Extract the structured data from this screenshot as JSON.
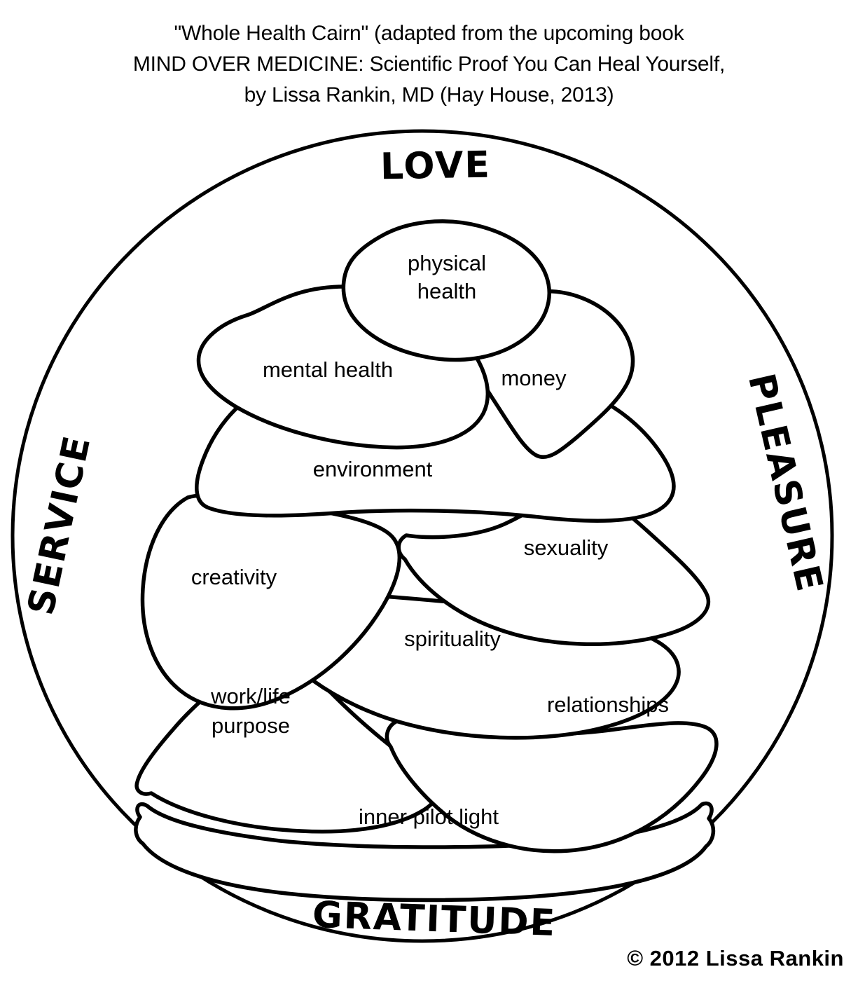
{
  "title": {
    "line1": "\"Whole Health Cairn\" (adapted from the upcoming book",
    "line2": "MIND OVER MEDICINE: Scientific Proof You Can Heal Yourself,",
    "line3": "by Lissa Rankin, MD (Hay House, 2013)"
  },
  "copyright": "© 2012 Lissa Rankin",
  "chart_data": {
    "type": "diagram",
    "title": "Whole Health Cairn",
    "ring_labels": [
      {
        "id": "love",
        "text": "LOVE",
        "position": "top"
      },
      {
        "id": "pleasure",
        "text": "PLEASURE",
        "position": "right"
      },
      {
        "id": "gratitude",
        "text": "GRATITUDE",
        "position": "bottom"
      },
      {
        "id": "service",
        "text": "SERVICE",
        "position": "left"
      }
    ],
    "stones": [
      {
        "id": "physical-health",
        "label": "physical health",
        "tier": 1
      },
      {
        "id": "mental-health",
        "label": "mental health",
        "tier": 2
      },
      {
        "id": "money",
        "label": "money",
        "tier": 2
      },
      {
        "id": "environment",
        "label": "environment",
        "tier": 3
      },
      {
        "id": "creativity",
        "label": "creativity",
        "tier": 4
      },
      {
        "id": "sexuality",
        "label": "sexuality",
        "tier": 4
      },
      {
        "id": "spirituality",
        "label": "spirituality",
        "tier": 5
      },
      {
        "id": "work-life-purpose",
        "label": "work/life purpose",
        "tier": 6
      },
      {
        "id": "relationships",
        "label": "relationships",
        "tier": 6
      },
      {
        "id": "inner-pilot-light",
        "label": "inner pilot light",
        "tier": 7
      }
    ],
    "stone_labels": {
      "physical_health_l1": "physical",
      "physical_health_l2": "health",
      "mental_health": "mental health",
      "money": "money",
      "environment": "environment",
      "creativity": "creativity",
      "sexuality": "sexuality",
      "spirituality": "spirituality",
      "work_life_l1": "work/life",
      "work_life_l2": "purpose",
      "relationships": "relationships",
      "inner_pilot_light": "inner pilot light"
    },
    "colors": {
      "stroke": "#000000",
      "fill": "#ffffff",
      "background": "#ffffff"
    }
  }
}
